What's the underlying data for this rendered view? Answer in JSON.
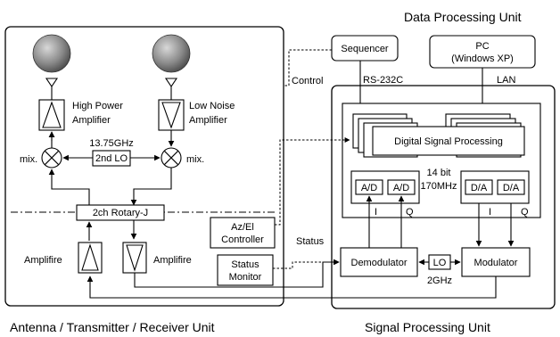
{
  "units": {
    "data_processing": "Data Processing Unit",
    "antenna": "Antenna / Transmitter / Receiver Unit",
    "signal_processing": "Signal Processing Unit"
  },
  "blocks": {
    "sequencer": "Sequencer",
    "pc": [
      "PC",
      "(Windows XP)"
    ],
    "dsp": "Digital Signal Processing",
    "ad": "A/D",
    "da": "D/A",
    "adc_spec": [
      "14 bit",
      "170MHz"
    ],
    "demodulator": "Demodulator",
    "modulator": "Modulator",
    "lo": "LO",
    "lo2": "2nd LO",
    "rotary": "2ch Rotary-J",
    "azel": [
      "Az/El",
      "Controller"
    ],
    "status_monitor": [
      "Status",
      "Monitor"
    ],
    "hpa": [
      "High Power",
      "Amplifier"
    ],
    "lna": [
      "Low Noise",
      "Amplifier"
    ],
    "amp_left": "Amplifire",
    "amp_right": "Amplifire"
  },
  "labels": {
    "freq_2nd_lo": "13.75GHz",
    "mix_left": "mix.",
    "mix_right": "mix.",
    "control": "Control",
    "status": "Status",
    "rs232c": "RS-232C",
    "lan": "LAN",
    "i_left": "I",
    "q_left": "Q",
    "i_right": "I",
    "q_right": "Q",
    "lo_freq": "2GHz"
  }
}
